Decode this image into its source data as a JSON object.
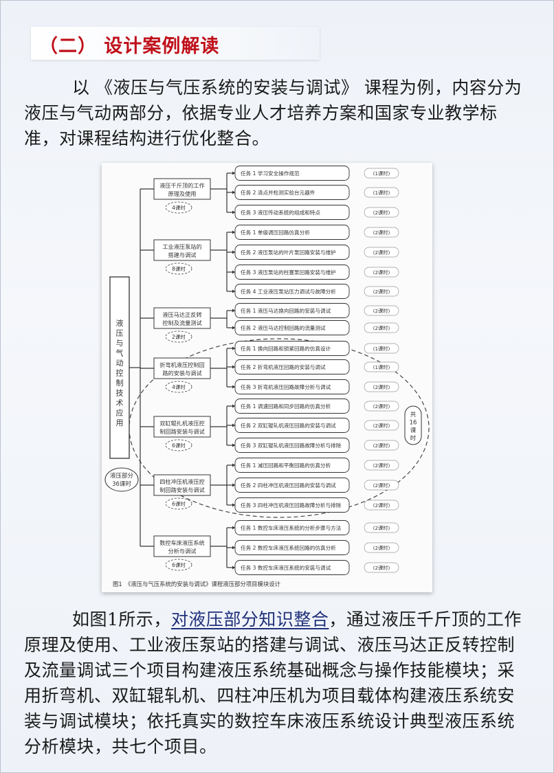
{
  "section_title": "（二） 设计案例解读",
  "intro_paragraph": "以 《液压与气压系统的安装与调试》 课程为例，内容分为液压与气动两部分，依据专业人才培养方案和国家专业教学标准，对课程结构进行优化整合。",
  "figure": {
    "root": [
      "液",
      "压",
      "与",
      "气",
      "动",
      "控",
      "制",
      "技",
      "术",
      "应",
      "用"
    ],
    "root_badge": [
      "液压部分",
      "36课时"
    ],
    "side_badge": [
      "共",
      "16",
      "课",
      "时"
    ],
    "caption": "图1　《液压与气压系统的安装与调试》课程液压部分项目模块设计",
    "projects": [
      {
        "name": [
          "液压千斤顶的工作",
          "原理及使用"
        ],
        "hours": "4课时",
        "tasks": [
          {
            "text": "任务 1 学习安全操作规范",
            "hours": "(1课时)"
          },
          {
            "text": "任务 2 清点并检测实验台元器件",
            "hours": "(1课时)"
          },
          {
            "text": "任务 3 液压传动系统的组成和特点",
            "hours": "(2课时)"
          }
        ]
      },
      {
        "name": [
          "工业液压泵站的",
          "搭建与调试"
        ],
        "hours": "8课时",
        "tasks": [
          {
            "text": "任务 1 单级调压回路仿真分析",
            "hours": "(2课时)"
          },
          {
            "text": "任务 2 液压泵站的叶片泵回路安装与维护",
            "hours": "(2课时)"
          },
          {
            "text": "任务 3 液压泵站的柱塞泵回路安装与维护",
            "hours": "(2课时)"
          },
          {
            "text": "任务 4 工业液压泵站压力调试与故障分析",
            "hours": "(2课时)"
          }
        ]
      },
      {
        "name": [
          "液压马达正反转",
          "控制及流量测试"
        ],
        "hours": "2课时",
        "tasks": [
          {
            "text": "任务 1 液压马达换向回路的安装与调试",
            "hours": "(2课时)"
          },
          {
            "text": "任务 2 液压马达控制回路的流量测试",
            "hours": "(2课时)"
          }
        ]
      },
      {
        "name": [
          "折弯机液压控制回",
          "路的安装与调试"
        ],
        "hours": "4课时",
        "tasks": [
          {
            "text": "任务 1 换向回路和锁紧回路的仿真设计",
            "hours": "(1课时)"
          },
          {
            "text": "任务 2 折弯机液压回路的安装与调试",
            "hours": "(1课时)"
          },
          {
            "text": "任务 3 折弯机液压回路故障分析与调试",
            "hours": "(2课时)"
          }
        ]
      },
      {
        "name": [
          "双缸辊扎机液压控",
          "制回路安装与调试"
        ],
        "hours": "6课时",
        "tasks": [
          {
            "text": "任务 1 调速回路和同步回路的仿真分析",
            "hours": "(2课时)"
          },
          {
            "text": "任务 2 双缸辊轧机液压回路的安装与调试",
            "hours": "(2课时)"
          },
          {
            "text": "任务 3 双缸辊轧机液压回路故障分析与排除",
            "hours": "(2课时)"
          }
        ]
      },
      {
        "name": [
          "四柱冲压机液压控",
          "制回路安装与调试"
        ],
        "hours": "6课时",
        "tasks": [
          {
            "text": "任务 1 减压回路和平衡回路的仿真分析",
            "hours": "(2课时)"
          },
          {
            "text": "任务 2 四柱冲压机液压回路的安装与调试",
            "hours": "(2课时)"
          },
          {
            "text": "任务 3 四柱冲压机液压回路故障分析与排除",
            "hours": "(2课时)"
          }
        ]
      },
      {
        "name": [
          "数控车床液压系统",
          "分析与调试"
        ],
        "hours": "6课时",
        "tasks": [
          {
            "text": "任务 1 数控车床液压系统的分析步骤与方法",
            "hours": "(2课时)"
          },
          {
            "text": "任务 2 数控车床液压系统回路的仿真分析",
            "hours": "(2课时)"
          },
          {
            "text": "任务 3 数控车床液压系统的安装与调试",
            "hours": "(2课时)"
          }
        ]
      }
    ]
  },
  "summary": {
    "lead": "如图1所示，",
    "highlight": "对液压部分知识整合",
    "rest": "，通过液压千斤顶的工作原理及使用、工业液压泵站的搭建与调试、液压马达正反转控制及流量调试三个项目构建液压系统基础概念与操作技能模块；采用折弯机、双缸辊轧机、四柱冲压机为项目载体构建液压系统安装与调试模块；依托真实的数控车床液压系统设计典型液压系统分析模块，共七个项目。"
  }
}
